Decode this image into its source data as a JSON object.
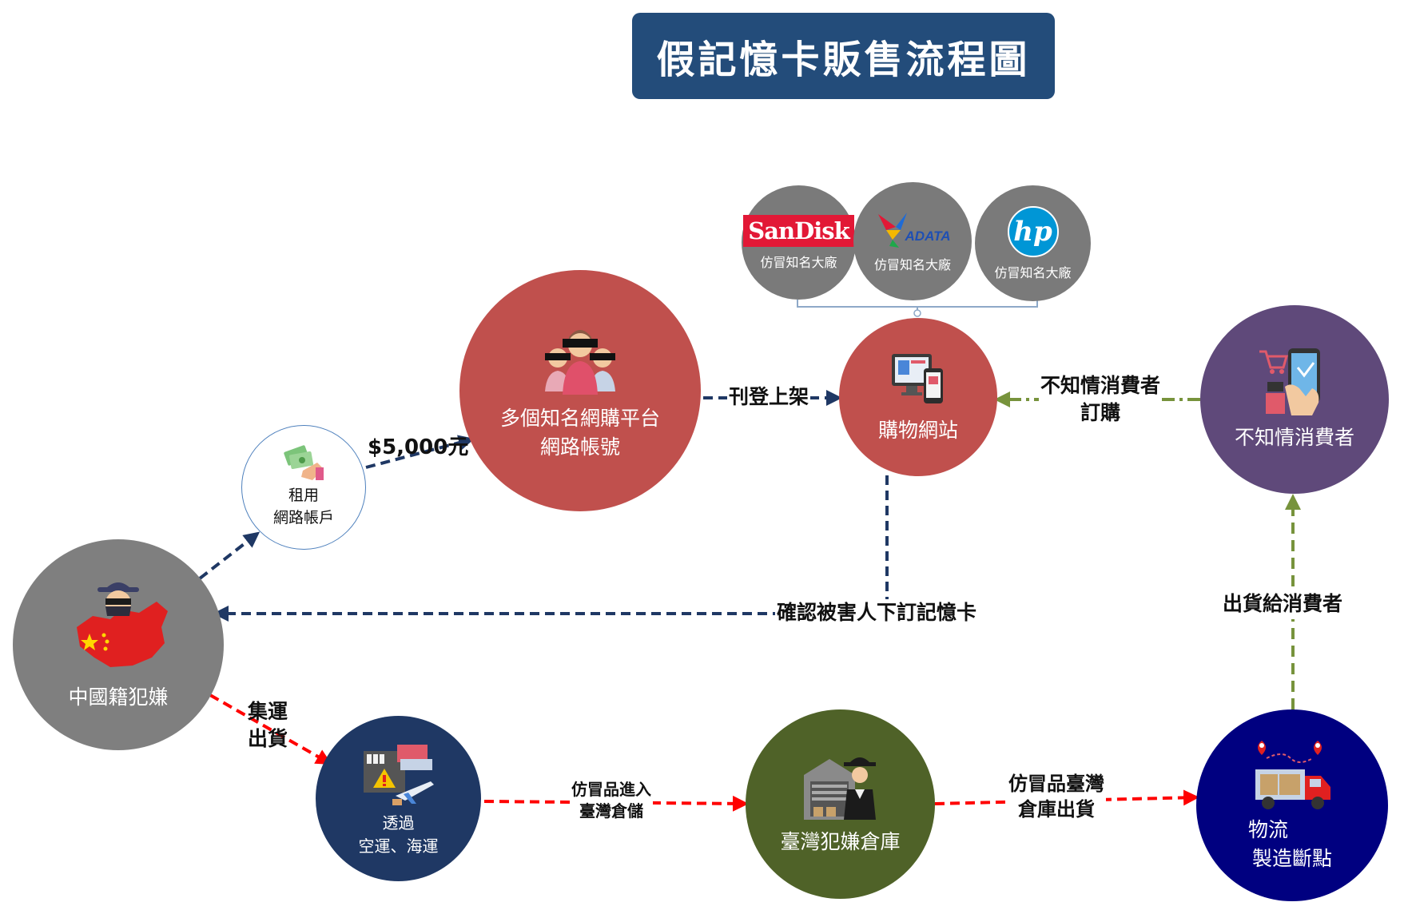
{
  "title": "假記憶卡販售流程圖",
  "brands": [
    {
      "logo": "SanDisk",
      "caption": "仿冒知名大廠"
    },
    {
      "logo": "ADATA",
      "caption": "仿冒知名大廠"
    },
    {
      "logo": "hp",
      "caption": "仿冒知名大廠"
    }
  ],
  "nodes": {
    "suspect": {
      "label": "中國籍犯嫌",
      "icon": "masked-criminal-china-map-icon",
      "color": "#7f7f7f"
    },
    "rent": {
      "label_1": "租用",
      "label_2": "網路帳戶",
      "icon": "money-hand-icon",
      "color": "#ffffff"
    },
    "accounts": {
      "label_1": "多個知名網購平台",
      "label_2": "網路帳號",
      "icon": "censored-people-icon",
      "color": "#c0504d"
    },
    "shop": {
      "label": "購物網站",
      "icon": "devices-icon",
      "color": "#c0504d"
    },
    "consumer": {
      "label": "不知情消費者",
      "icon": "phone-shopping-icon",
      "color": "#5f497a"
    },
    "transport": {
      "label_1": "透過",
      "label_2": "空運、海運",
      "icon": "cargo-plane-icon",
      "color": "#1f3864"
    },
    "warehouse": {
      "label": "臺灣犯嫌倉庫",
      "icon": "warehouse-spy-icon",
      "color": "#4f6228"
    },
    "logistics": {
      "label_1": "物流",
      "label_2": "製造斷點",
      "icon": "delivery-truck-icon",
      "color": "#000080"
    }
  },
  "edges": {
    "price": "$5,000元",
    "list": "刊登上架",
    "order_1": "不知情消費者",
    "order_2": "訂購",
    "confirm": "確認被害人下訂記憶卡",
    "ship_1": "集運",
    "ship_2": "出貨",
    "into_wh_1": "仿冒品進入",
    "into_wh_2": "臺灣倉儲",
    "out_wh_1": "仿冒品臺灣",
    "out_wh_2": "倉庫出貨",
    "deliver": "出貨給消費者"
  },
  "colors": {
    "navy_dash": "#1f3864",
    "red_dash": "#ff0000",
    "green_dash": "#77933c"
  }
}
